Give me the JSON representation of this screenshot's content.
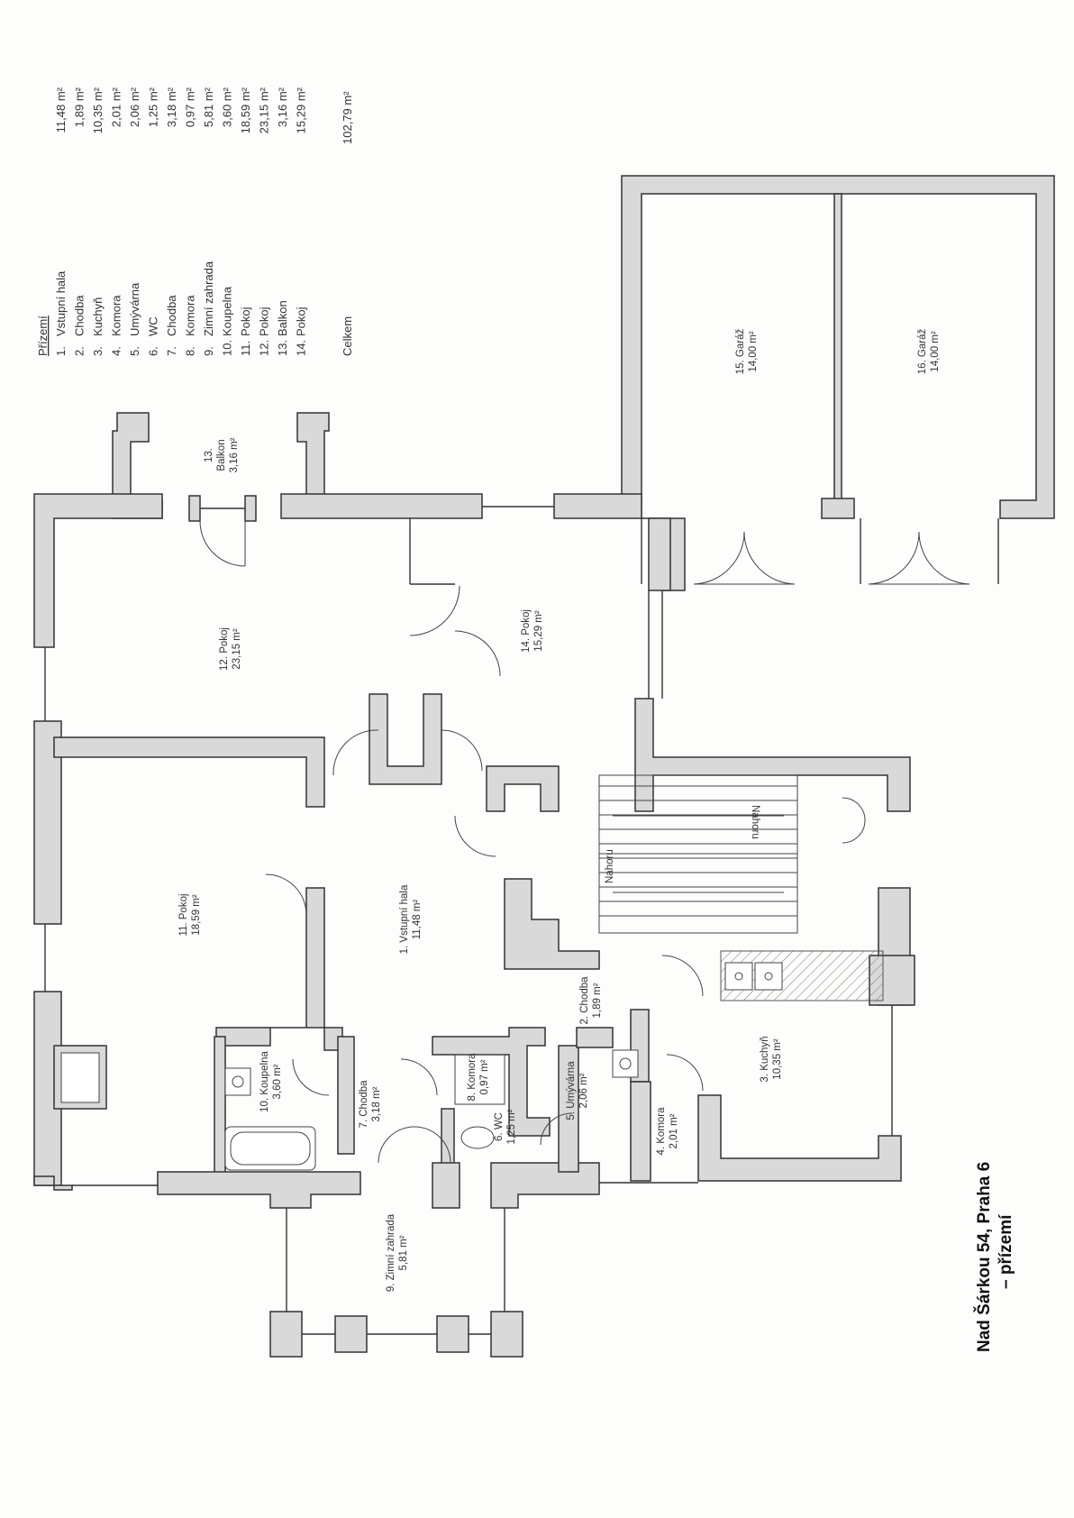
{
  "legend": {
    "heading": "Přízemí",
    "items": [
      {
        "no": "1.",
        "name": "Vstupní hala",
        "area": "11,48 m²"
      },
      {
        "no": "2.",
        "name": "Chodba",
        "area": "1,89 m²"
      },
      {
        "no": "3.",
        "name": "Kuchyň",
        "area": "10,35 m²"
      },
      {
        "no": "4.",
        "name": "Komora",
        "area": "2,01 m²"
      },
      {
        "no": "5.",
        "name": "Umývárna",
        "area": "2,06 m²"
      },
      {
        "no": "6.",
        "name": "WC",
        "area": "1,25 m²"
      },
      {
        "no": "7.",
        "name": "Chodba",
        "area": "3,18 m²"
      },
      {
        "no": "8.",
        "name": "Komora",
        "area": "0,97 m²"
      },
      {
        "no": "9.",
        "name": "Zimní zahrada",
        "area": "5,81 m²"
      },
      {
        "no": "10.",
        "name": "Koupelna",
        "area": "3,60 m²"
      },
      {
        "no": "11.",
        "name": "Pokoj",
        "area": "18,59 m²"
      },
      {
        "no": "12.",
        "name": "Pokoj",
        "area": "23,15 m²"
      },
      {
        "no": "13.",
        "name": "Balkon",
        "area": "3,16 m²"
      },
      {
        "no": "14.",
        "name": "Pokoj",
        "area": "15,29 m²"
      }
    ],
    "total_label": "Celkem",
    "total_area": "102,79 m²"
  },
  "rooms": [
    {
      "id": "garaz-15",
      "line1": "15. Garáž",
      "line2": "14,00 m²"
    },
    {
      "id": "garaz-16",
      "line1": "16. Garáž",
      "line2": "14,00 m²"
    },
    {
      "id": "balkon-13",
      "line1": "13.",
      "line2": "Balkon",
      "line3": "3,16 m²"
    },
    {
      "id": "pokoj-12",
      "line1": "12. Pokoj",
      "line2": "23,15 m²"
    },
    {
      "id": "pokoj-14",
      "line1": "14. Pokoj",
      "line2": "15,29 m²"
    },
    {
      "id": "pokoj-11",
      "line1": "11. Pokoj",
      "line2": "18,59 m²"
    },
    {
      "id": "hala-1",
      "line1": "1. Vstupní hala",
      "line2": "11,48 m²"
    },
    {
      "id": "chodba-2",
      "line1": "2. Chodba",
      "line2": "1,89 m²"
    },
    {
      "id": "kuchyn-3",
      "line1": "3. Kuchyň",
      "line2": "10,35 m²"
    },
    {
      "id": "komora-4",
      "line1": "4. Komora",
      "line2": "2,01 m²"
    },
    {
      "id": "umyvarna-5",
      "line1": "5. Umývárna",
      "line2": "2,06 m²"
    },
    {
      "id": "wc-6",
      "line1": "6. WC",
      "line2": "1,25 m²"
    },
    {
      "id": "chodba-7",
      "line1": "7. Chodba",
      "line2": "3,18 m²"
    },
    {
      "id": "komora-8",
      "line1": "8. Komora",
      "line2": "0,97 m²"
    },
    {
      "id": "zahrada-9",
      "line1": "9. Zimní zahrada",
      "line2": "5,81 m²"
    },
    {
      "id": "koupelna-10",
      "line1": "10. Koupelna",
      "line2": "3,60 m²"
    }
  ],
  "stairs": {
    "label_a": "Nahoru",
    "label_b": "Nahoru"
  },
  "title": {
    "line1": "Nad Šárkou 54, Praha 6",
    "line2": "– přízemí"
  }
}
